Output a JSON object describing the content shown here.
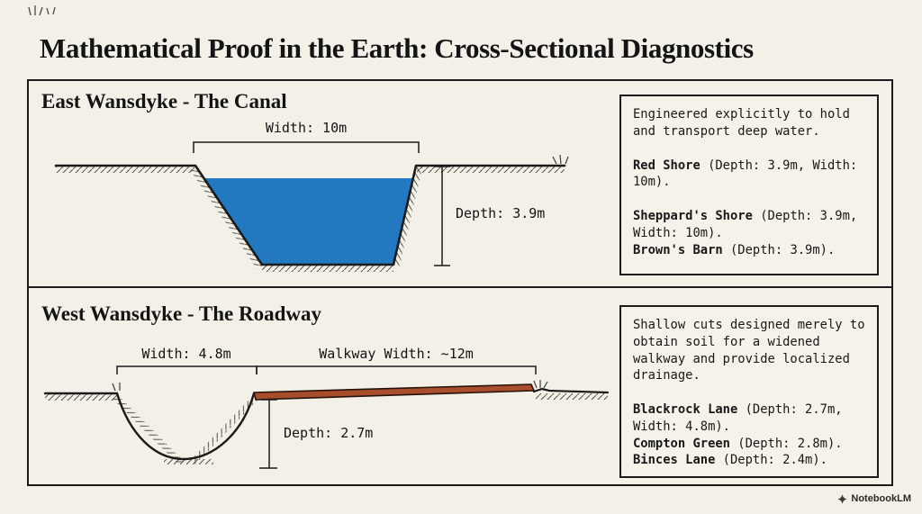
{
  "page": {
    "title": "Mathematical Proof in the Earth: Cross-Sectional Diagnostics",
    "watermark": "NotebookLM"
  },
  "colors": {
    "background": "#f3f0e7",
    "ink": "#1b1b1b",
    "water": "#2279c0",
    "walkway": "#a84e2c"
  },
  "canal": {
    "heading": "East Wansdyke - The Canal",
    "width_label": "Width: 10m",
    "depth_label": "Depth: 3.9m",
    "note": {
      "intro": "Engineered explicitly to hold and transport deep water.",
      "entries": [
        {
          "name": "Red Shore",
          "detail": " (Depth: 3.9m, Width: 10m)."
        },
        {
          "name": "Sheppard's Shore",
          "detail": " (Depth: 3.9m, Width: 10m)."
        },
        {
          "name": "Brown's Barn",
          "detail": " (Depth: 3.9m)."
        }
      ]
    }
  },
  "roadway": {
    "heading": "West Wansdyke - The Roadway",
    "ditch_width_label": "Width: 4.8m",
    "walkway_width_label": "Walkway Width: ~12m",
    "depth_label": "Depth: 2.7m",
    "note": {
      "intro": "Shallow cuts designed merely to obtain soil for a widened walkway and provide localized drainage.",
      "entries": [
        {
          "name": "Blackrock Lane",
          "detail": " (Depth: 2.7m, Width: 4.8m)."
        },
        {
          "name": "Compton Green",
          "detail": " (Depth: 2.8m)."
        },
        {
          "name": "Binces Lane",
          "detail": " (Depth: 2.4m)."
        }
      ]
    }
  }
}
